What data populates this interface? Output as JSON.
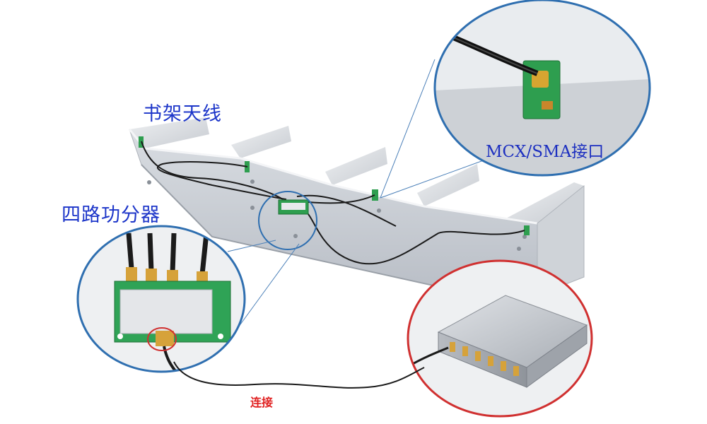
{
  "labels": {
    "shelf_antenna": "书架天线",
    "splitter": "四路功分器",
    "connector_type": "MCX/SMA接口",
    "connection": "连接"
  },
  "colors": {
    "label_blue": "#1c35c9",
    "label_red": "#e02020",
    "callout_blue": "#2f6fb0",
    "callout_red": "#d03030",
    "shelf_gray": "#c9cdd3",
    "pcb_green": "#2e9e4f"
  }
}
